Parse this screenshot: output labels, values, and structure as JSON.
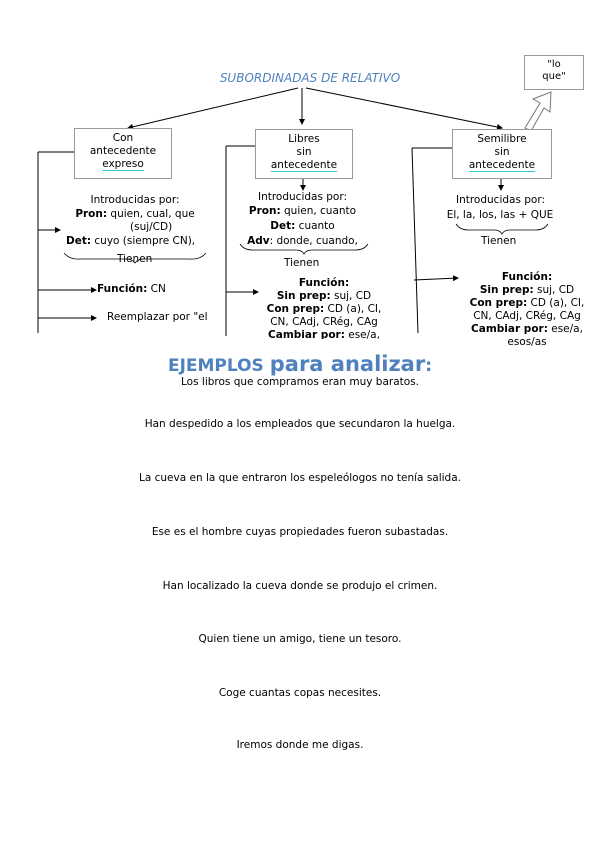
{
  "diagram": {
    "title": "SUBORDINADAS DE RELATIVO",
    "lo_que_box": "\"lo\nque\"",
    "col1": {
      "box_line1": "Con",
      "box_line2": "antecedente",
      "box_line3": "expreso",
      "intro": "Introducidas por:",
      "pron_label": "Pron:",
      "pron_text": " quien, cual, que",
      "pron_text2": "(suj/CD)",
      "det_label": "Det:",
      "det_text": " cuyo (siempre CN),",
      "tienen": "Tienen",
      "funcion_label": "Función:",
      "funcion_text": " CN",
      "reemplazar": "Reemplazar por \"el"
    },
    "col2": {
      "box_line1": "Libres",
      "box_line2": "sin",
      "box_line3": "antecedente",
      "intro": "Introducidas por:",
      "pron_label": "Pron:",
      "pron_text": " quien, cuanto",
      "det_label": "Det:",
      "det_text": " cuanto",
      "adv_label": "Adv",
      "adv_text": ": donde, cuando,",
      "tienen": "Tienen",
      "funcion_label": "Función:",
      "sinprep_label": "Sin prep:",
      "sinprep_text": " suj, CD",
      "conprep_label": "Con prep:",
      "conprep_text": " CD (a), CI,",
      "conprep_text2": "CN, CAdj, CRég, CAg",
      "cambiar_label": "Cambiar por:",
      "cambiar_text": " ese/a,"
    },
    "col3": {
      "box_line1": "Semilibre",
      "box_line2": "sin",
      "box_line3": "antecedente",
      "intro": "Introducidas por:",
      "intro_text": "El, la, los, las + QUE",
      "tienen": "Tienen",
      "funcion_label": "Función:",
      "sinprep_label": "Sin prep:",
      "sinprep_text": " suj, CD",
      "conprep_label": "Con prep:",
      "conprep_text": " CD (a), CI,",
      "conprep_text2": "CN, CAdj, CRég, CAg",
      "cambiar_label": "Cambiar por:",
      "cambiar_text": " ese/a,",
      "cut_text": "esos/as"
    }
  },
  "examples": {
    "title_part1": "EJEMPLOS ",
    "title_part2": "para analizar",
    "title_colon": ":",
    "sentences": [
      "Los libros que compramos eran muy baratos.",
      "Han despedido a los empleados que secundaron la huelga.",
      "La cueva en la que entraron los espeleólogos no tenía salida.",
      "Ese es el hombre cuyas propiedades fueron subastadas.",
      "Han localizado la cueva donde se produjo el crimen.",
      "Quien tiene un amigo, tiene un tesoro.",
      "Coge cuantas copas necesites.",
      "Iremos donde me digas."
    ]
  },
  "colors": {
    "accent": "#4f81bd",
    "underline": "#33ccdd",
    "box_border": "#9a9a9a"
  }
}
